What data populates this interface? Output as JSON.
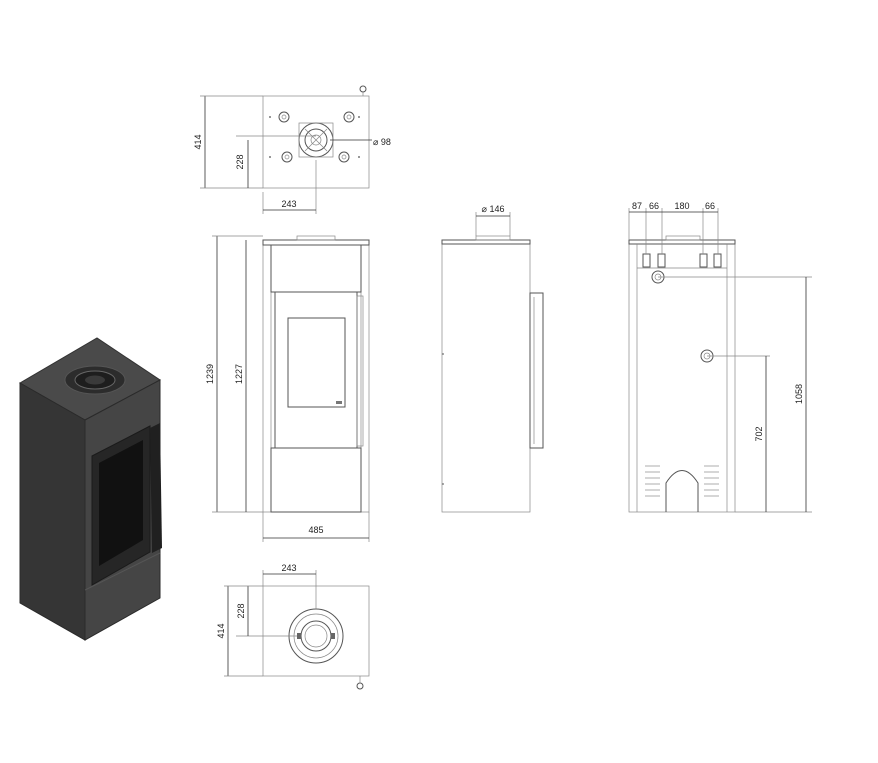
{
  "dimensions": {
    "top_depth": "414",
    "top_flue_offset": "228",
    "top_flue_x": "243",
    "flue_diameter": "⌀ 98",
    "overall_height": "1239",
    "body_height": "1227",
    "width": "485",
    "side_top_outlet": "⌀ 146",
    "rear_offset_87": "87",
    "rear_offset_66a": "66",
    "rear_offset_180": "180",
    "rear_offset_66b": "66",
    "rear_height_1058": "1058",
    "rear_height_702": "702",
    "bottom_flue_x": "243",
    "bottom_flue_offset": "228",
    "bottom_depth": "414"
  },
  "colors": {
    "stove_body": "#3d3d3d",
    "stove_top": "#4a4a4a",
    "glass": "#111111",
    "line": "#555555"
  }
}
